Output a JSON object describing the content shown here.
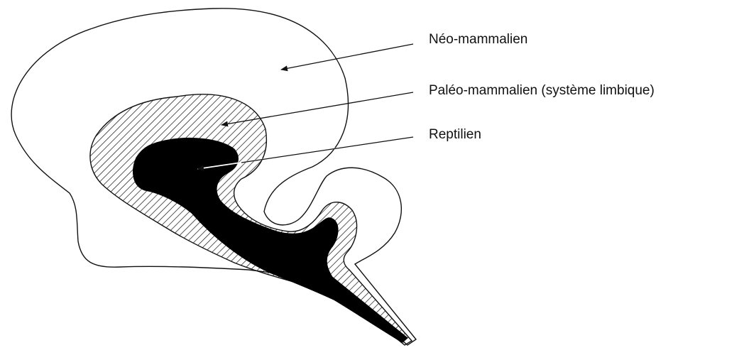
{
  "labels": {
    "neo": "Néo-mammalien",
    "paleo": "Paléo-mammalien (système limbique)",
    "reptilian": "Reptilien"
  },
  "colors": {
    "outline": "#111111",
    "reptilian_fill": "#000000",
    "background": "#ffffff"
  }
}
